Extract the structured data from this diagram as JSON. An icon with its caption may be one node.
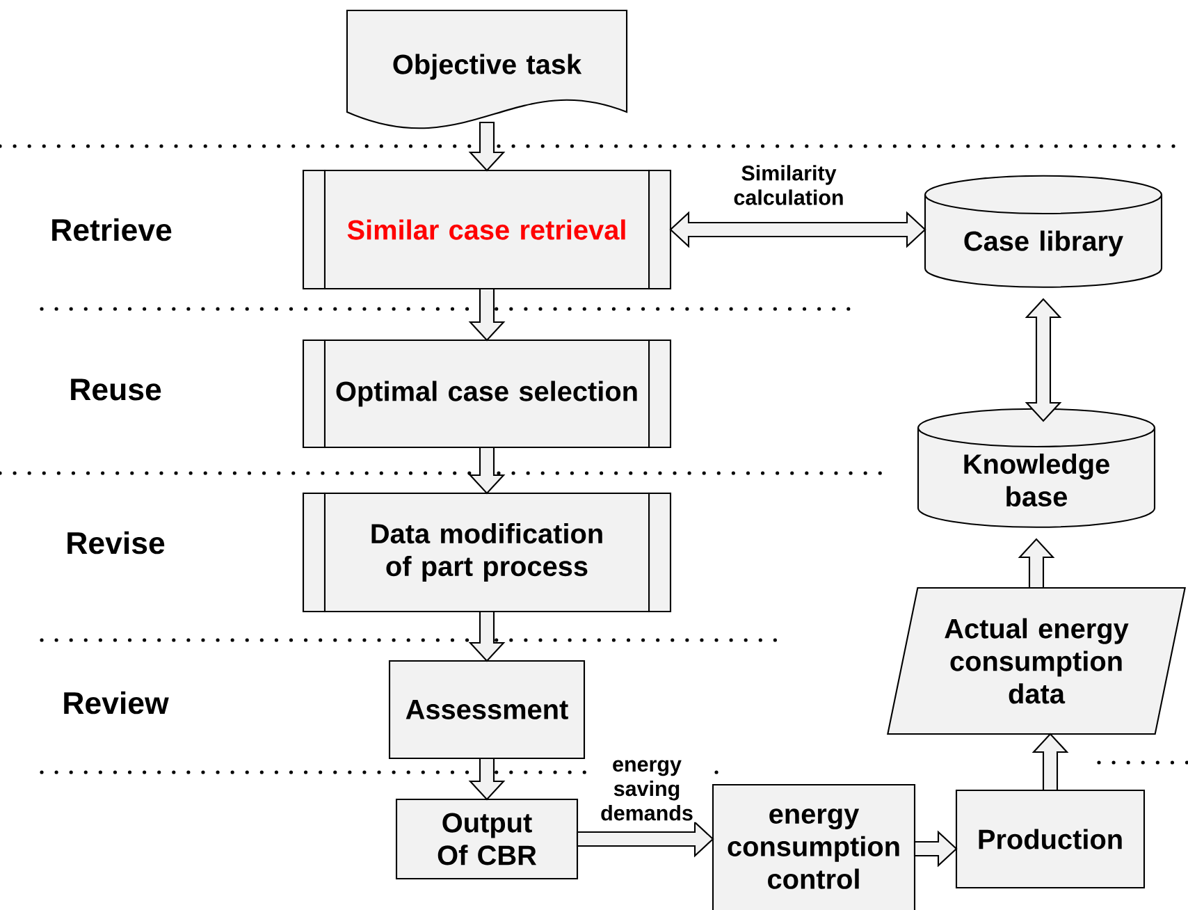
{
  "diagram": {
    "nodes": [
      {
        "text": [
          "Objective task"
        ]
      },
      {
        "text": [
          "Similar case retrieval"
        ]
      },
      {
        "text": [
          "Case library"
        ]
      },
      {
        "text": [
          "Optimal case selection"
        ]
      },
      {
        "text": [
          "Knowledge base"
        ]
      },
      {
        "text": [
          "Data modification of part process"
        ]
      },
      {
        "text": [
          "Actual energy consumption data"
        ]
      },
      {
        "text": [
          "Assessment"
        ]
      },
      {
        "text": [
          "Output Of CBR"
        ]
      },
      {
        "text": [
          "energy consumption control"
        ]
      },
      {
        "text": [
          "Production"
        ]
      }
    ],
    "edges": [
      {
        "from": 0,
        "to": 1,
        "arrow": "to"
      },
      {
        "from": 1,
        "to": 2,
        "arrow": "both",
        "label": "Similarity calculation"
      },
      {
        "from": 1,
        "to": 3,
        "arrow": "to"
      },
      {
        "from": 2,
        "to": 4,
        "arrow": "both"
      },
      {
        "from": 3,
        "to": 5,
        "arrow": "to"
      },
      {
        "from": 5,
        "to": 7,
        "arrow": "to"
      },
      {
        "from": 6,
        "to": 4,
        "arrow": "to"
      },
      {
        "from": 7,
        "to": 8,
        "arrow": "to"
      },
      {
        "from": 8,
        "to": 9,
        "arrow": "to",
        "label": "energy saving demands"
      },
      {
        "from": 9,
        "to": 10,
        "arrow": "to"
      },
      {
        "from": 10,
        "to": 6,
        "arrow": "to"
      }
    ],
    "labels": [
      "Retrieve",
      "Reuse",
      "Revise",
      "Review"
    ]
  }
}
